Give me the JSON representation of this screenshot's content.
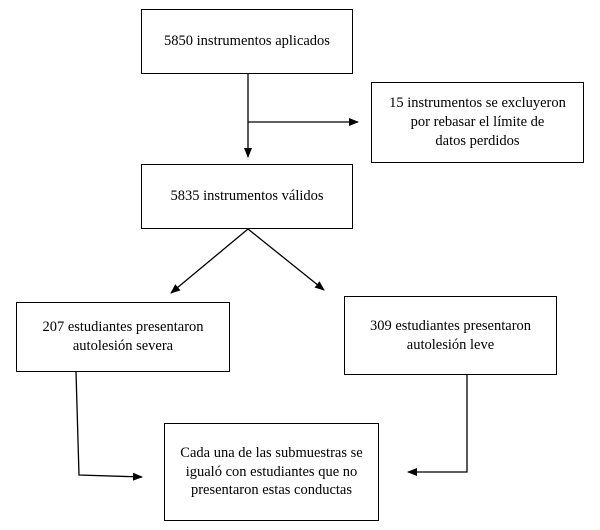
{
  "colors": {
    "stroke": "#000000",
    "background": "#ffffff",
    "text": "#000000"
  },
  "nodes": {
    "applied": {
      "lines": [
        "5850 instrumentos aplicados"
      ]
    },
    "excluded": {
      "lines": [
        "15 instrumentos se excluyeron",
        "por rebasar el límite de",
        "datos perdidos"
      ]
    },
    "valid": {
      "lines": [
        "5835 instrumentos válidos"
      ]
    },
    "severe": {
      "lines": [
        "207 estudiantes presentaron",
        "autolesión severa"
      ]
    },
    "mild": {
      "lines": [
        "309 estudiantes presentaron",
        "autolesión leve"
      ]
    },
    "matched": {
      "lines": [
        "Cada una de las submuestras se",
        "igualó con estudiantes que no",
        "presentaron estas conductas"
      ]
    }
  }
}
